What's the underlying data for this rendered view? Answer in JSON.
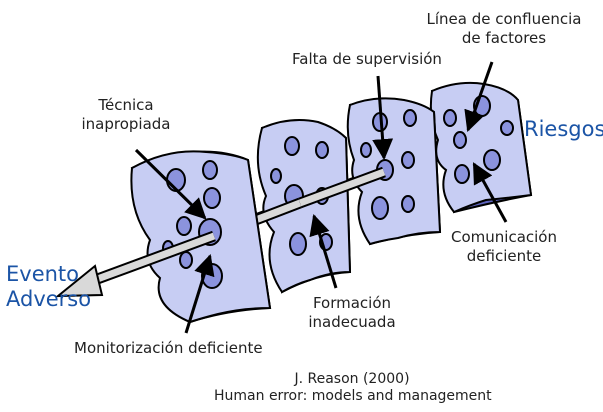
{
  "labels": {
    "riesgos": "Riesgos",
    "evento_line1": "Evento",
    "evento_line2": "Adverso",
    "tecnica_line1": "Técnica",
    "tecnica_line2": "inapropiada",
    "falta_supervision": "Falta de supervisión",
    "confluencia_line1": "Línea de confluencia",
    "confluencia_line2": "de factores",
    "comunicacion_line1": "Comunicación",
    "comunicacion_line2": "deficiente",
    "formacion_line1": "Formación",
    "formacion_line2": "inadecuada",
    "monitorizacion": "Monitorización deficiente"
  },
  "source": {
    "line1": "J. Reason (2000)",
    "line2": "Human error: models and management"
  },
  "colors": {
    "slice_face": "#c7cdf3",
    "slice_side": "#5e64bd",
    "hole": "#8b93dd",
    "arrow": "#d9d9d9",
    "accent_text": "#1b54a6"
  }
}
